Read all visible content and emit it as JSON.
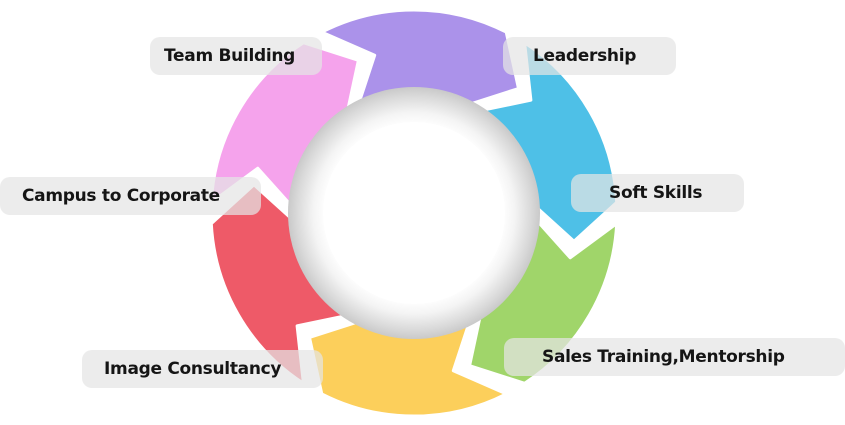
{
  "diagram": {
    "type": "cycle",
    "steps": [
      {
        "label": "Team Building",
        "color": "#ee5a68"
      },
      {
        "label": "Leadership",
        "color": "#f5a3ec"
      },
      {
        "label": "Soft Skills",
        "color": "#ab92ea"
      },
      {
        "label": "Sales Training,Mentorship",
        "color": "#4ec0e7"
      },
      {
        "label": "Image Consultancy",
        "color": "#a0d56a"
      },
      {
        "label": "Campus to Corporate",
        "color": "#fccf5b"
      }
    ],
    "center_ring_color": "#e8e8e8"
  }
}
